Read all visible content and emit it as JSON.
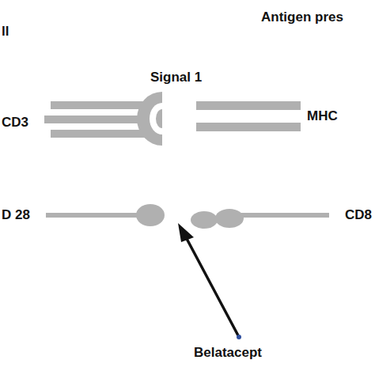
{
  "diagram": {
    "nodes": [
      {
        "text": [
          "ll",
          "CD3",
          "D 28"
        ]
      },
      {
        "text": [
          "Antigen pres",
          "MHC",
          "CD8"
        ]
      }
    ],
    "labels": [
      "Signal 1",
      "Belatacept"
    ]
  }
}
